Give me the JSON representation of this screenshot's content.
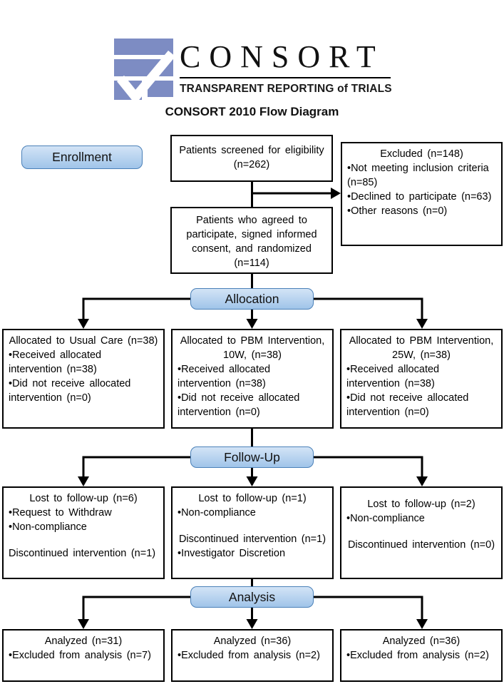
{
  "header": {
    "brand": "CONSORT",
    "tagline": "TRANSPARENT REPORTING of TRIALS",
    "logo_icon": "consort-checkmark-logo",
    "diagram_title": "CONSORT 2010 Flow Diagram"
  },
  "colors": {
    "logo_blue": "#7D8CC3",
    "stage_border": "#4A80B8",
    "stage_fill_top": "#D3E4F6",
    "stage_fill_bottom": "#A0C4E9",
    "box_border": "#000000",
    "arrow_color": "#000000"
  },
  "stage_labels": {
    "enrollment": "Enrollment",
    "allocation": "Allocation",
    "followup": "Follow-Up",
    "analysis": "Analysis"
  },
  "enrollment": {
    "screened": {
      "text": "Patients screened for eligibility (n=262)"
    },
    "excluded": {
      "title": "Excluded (n=148)",
      "bullet1": "•Not meeting inclusion criteria (n=85)",
      "bullet2": "•Declined to participate (n=63)",
      "bullet3": "•Other reasons (n=0)"
    },
    "randomized": {
      "text": "Patients who agreed to participate, signed informed consent, and randomized (n=114)"
    }
  },
  "allocation": {
    "usual_care": {
      "title": "Allocated to Usual Care (n=38)",
      "bullet1": "•Received allocated intervention (n=38)",
      "bullet2": "•Did not receive allocated intervention (n=0)"
    },
    "pbm_10w": {
      "title": "Allocated to PBM Intervention, 10W, (n=38)",
      "bullet1": "•Received allocated intervention (n=38)",
      "bullet2": "•Did not receive allocated intervention (n=0)"
    },
    "pbm_25w": {
      "title": "Allocated to PBM Intervention, 25W, (n=38)",
      "bullet1": "•Received allocated intervention (n=38)",
      "bullet2": "•Did not receive allocated intervention (n=0)"
    }
  },
  "followup": {
    "usual_care": {
      "title": "Lost to follow-up (n=6)",
      "bullet1": "•Request to Withdraw",
      "bullet2": "•Non-compliance",
      "discontinued": "Discontinued intervention (n=1)"
    },
    "pbm_10w": {
      "title": "Lost to follow-up (n=1)",
      "bullet1": "•Non-compliance",
      "discontinued": "Discontinued intervention (n=1)",
      "bullet2": "•Investigator Discretion"
    },
    "pbm_25w": {
      "title": "Lost to follow-up (n=2)",
      "bullet1": "•Non-compliance",
      "discontinued": "Discontinued intervention (n=0)"
    }
  },
  "analysis": {
    "usual_care": {
      "title": "Analyzed (n=31)",
      "bullet1": "•Excluded from analysis (n=7)"
    },
    "pbm_10w": {
      "title": "Analyzed (n=36)",
      "bullet1": "•Excluded from analysis (n=2)"
    },
    "pbm_25w": {
      "title": "Analyzed (n=36)",
      "bullet1": "•Excluded from analysis (n=2)"
    }
  }
}
